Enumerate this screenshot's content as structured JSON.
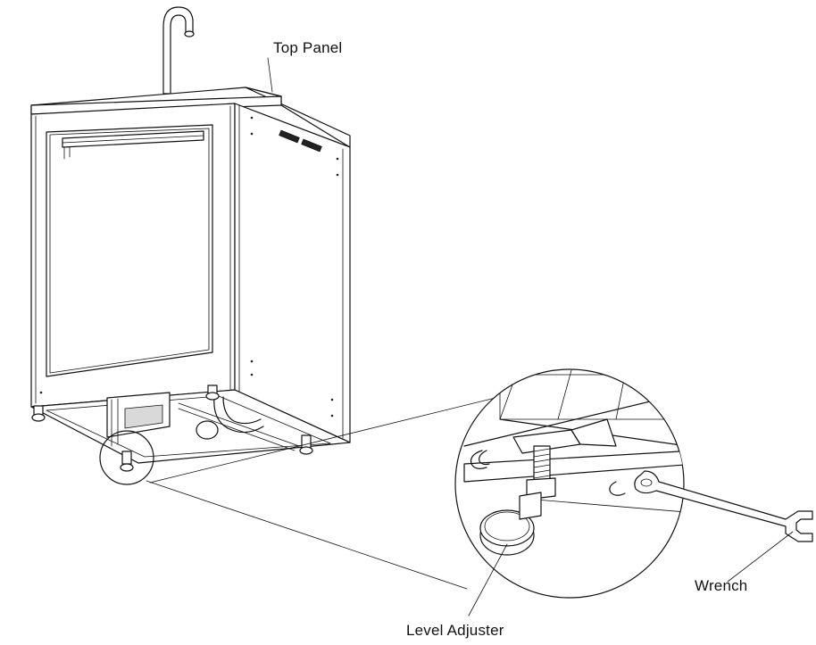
{
  "labels": {
    "top_panel": "Top Panel",
    "level_adjuster": "Level Adjuster",
    "wrench": "Wrench"
  }
}
